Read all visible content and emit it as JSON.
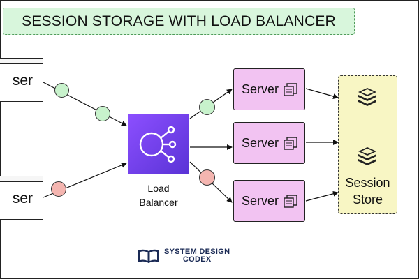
{
  "title": "SESSION STORAGE WITH LOAD BALANCER",
  "browsers": [
    {
      "label": "ser"
    },
    {
      "label": "ser"
    }
  ],
  "load_balancer": {
    "line1": "Load",
    "line2": "Balancer"
  },
  "servers": [
    {
      "label": "Server"
    },
    {
      "label": "Server"
    },
    {
      "label": "Server"
    }
  ],
  "session_store": {
    "line1": "Session",
    "line2": "Store"
  },
  "brand": {
    "line1": "SYSTEM DESIGN",
    "line2": "CODEX"
  },
  "colors": {
    "success_dot": "#c8f2cc",
    "failure_dot": "#f4b5b0",
    "title_bg": "#d8f6dc",
    "server_bg": "#f2c3f2",
    "store_bg": "#f8f6c4",
    "load_balancer_bg": "#7b42f5"
  },
  "icons": [
    "browser-window-icon",
    "load-balancer-icon",
    "server-copy-icon",
    "database-stack-icon",
    "book-logo-icon"
  ]
}
